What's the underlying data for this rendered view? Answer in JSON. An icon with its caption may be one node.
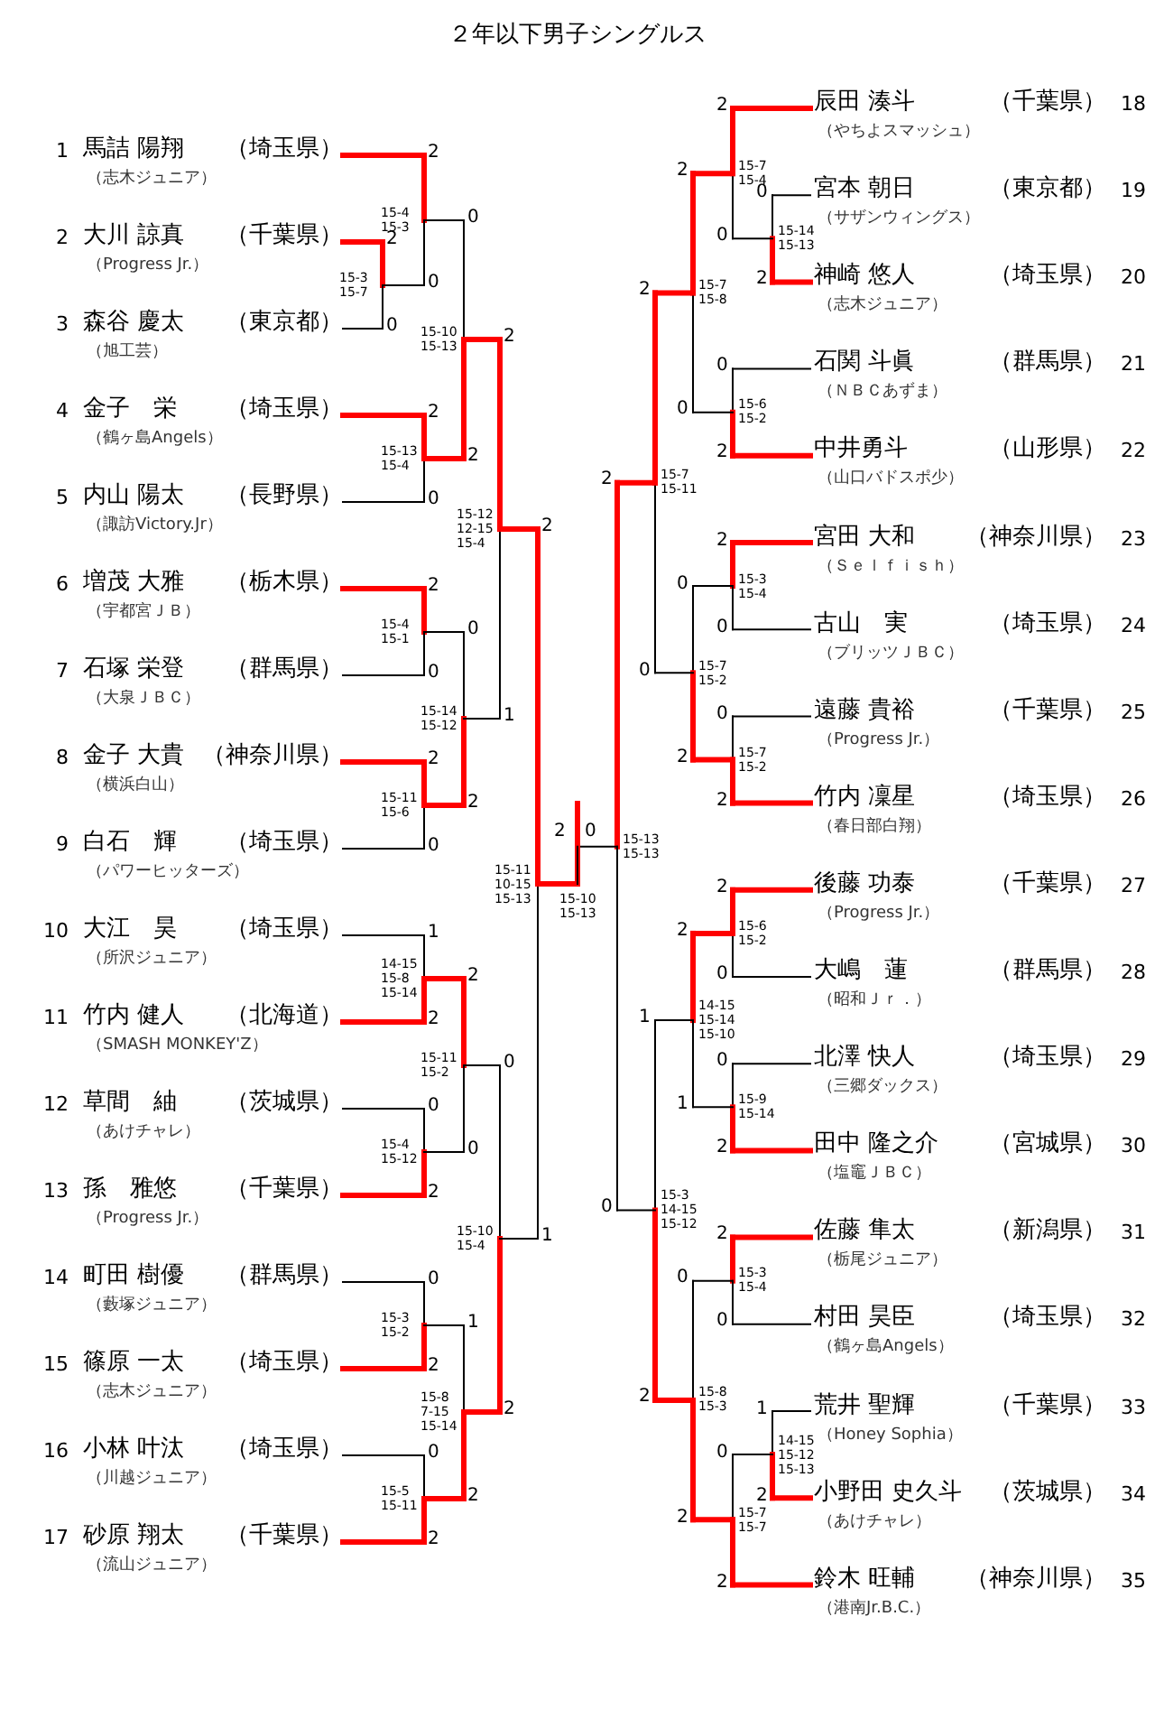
{
  "diagram": {
    "title": "２年以下男子シングルス",
    "nodes": [
      {
        "text": [
          "馬詰 陽翔",
          "（埼玉県）",
          "（志木ジュニア）"
        ],
        "beside": [
          "1"
        ]
      },
      {
        "text": [
          "大川 諒真",
          "（千葉県）",
          "（Progress Jr.）"
        ],
        "beside": [
          "2"
        ]
      },
      {
        "text": [
          "森谷 慶太",
          "（東京都）",
          "（旭工芸）"
        ],
        "beside": [
          "3"
        ]
      },
      {
        "text": [
          "金子　栄",
          "（埼玉県）",
          "（鶴ヶ島Angels）"
        ],
        "beside": [
          "4"
        ]
      },
      {
        "text": [
          "内山 陽太",
          "（長野県）",
          "（諏訪Victory.Jr）"
        ],
        "beside": [
          "5"
        ]
      },
      {
        "text": [
          "増茂 大雅",
          "（栃木県）",
          "（宇都宮ＪＢ）"
        ],
        "beside": [
          "6"
        ]
      },
      {
        "text": [
          "石塚 栄登",
          "（群馬県）",
          "（大泉ＪＢＣ）"
        ],
        "beside": [
          "7"
        ]
      },
      {
        "text": [
          "金子 大貴",
          "（神奈川県）",
          "（横浜白山）"
        ],
        "beside": [
          "8"
        ]
      },
      {
        "text": [
          "白石　輝",
          "（埼玉県）",
          "（パワーヒッターズ）"
        ],
        "beside": [
          "9"
        ]
      },
      {
        "text": [
          "大江　昊",
          "（埼玉県）",
          "（所沢ジュニア）"
        ],
        "beside": [
          "10"
        ]
      },
      {
        "text": [
          "竹内 健人",
          "（北海道）",
          "（SMASH MONKEY'Z）"
        ],
        "beside": [
          "11"
        ]
      },
      {
        "text": [
          "草間　紬",
          "（茨城県）",
          "（あけチャレ）"
        ],
        "beside": [
          "12"
        ]
      },
      {
        "text": [
          "孫　雅悠",
          "（千葉県）",
          "（Progress Jr.）"
        ],
        "beside": [
          "13"
        ]
      },
      {
        "text": [
          "町田 樹優",
          "（群馬県）",
          "（藪塚ジュニア）"
        ],
        "beside": [
          "14"
        ]
      },
      {
        "text": [
          "篠原 一太",
          "（埼玉県）",
          "（志木ジュニア）"
        ],
        "beside": [
          "15"
        ]
      },
      {
        "text": [
          "小林 叶汰",
          "（埼玉県）",
          "（川越ジュニア）"
        ],
        "beside": [
          "16"
        ]
      },
      {
        "text": [
          "砂原 翔太",
          "（千葉県）",
          "（流山ジュニア）"
        ],
        "beside": [
          "17"
        ]
      },
      {
        "text": [
          "辰田 湊斗",
          "（千葉県）",
          "（やちよスマッシュ）"
        ],
        "beside": [
          "18"
        ]
      },
      {
        "text": [
          "宮本 朝日",
          "（東京都）",
          "（サザンウィングス）"
        ],
        "beside": [
          "19"
        ]
      },
      {
        "text": [
          "神崎 悠人",
          "（埼玉県）",
          "（志木ジュニア）"
        ],
        "beside": [
          "20"
        ]
      },
      {
        "text": [
          "石関 斗眞",
          "（群馬県）",
          "（ＮＢＣあずま）"
        ],
        "beside": [
          "21"
        ]
      },
      {
        "text": [
          "中井勇斗",
          "（山形県）",
          "（山口バドスポ少）"
        ],
        "beside": [
          "22"
        ]
      },
      {
        "text": [
          "宮田 大和",
          "（神奈川県）",
          "（Ｓｅｌｆｉｓｈ）"
        ],
        "beside": [
          "23"
        ]
      },
      {
        "text": [
          "古山　実",
          "（埼玉県）",
          "（ブリッツＪＢＣ）"
        ],
        "beside": [
          "24"
        ]
      },
      {
        "text": [
          "遠藤 貴裕",
          "（千葉県）",
          "（Progress Jr.）"
        ],
        "beside": [
          "25"
        ]
      },
      {
        "text": [
          "竹内 凜星",
          "（埼玉県）",
          "（春日部白翔）"
        ],
        "beside": [
          "26"
        ]
      },
      {
        "text": [
          "後藤 功泰",
          "（千葉県）",
          "（Progress Jr.）"
        ],
        "beside": [
          "27"
        ]
      },
      {
        "text": [
          "大嶋　蓮",
          "（群馬県）",
          "（昭和Ｊｒ．）"
        ],
        "beside": [
          "28"
        ]
      },
      {
        "text": [
          "北澤 快人",
          "（埼玉県）",
          "（三郷ダックス）"
        ],
        "beside": [
          "29"
        ]
      },
      {
        "text": [
          "田中 隆之介",
          "（宮城県）",
          "（塩竈ＪＢＣ）"
        ],
        "beside": [
          "30"
        ]
      },
      {
        "text": [
          "佐藤 隼太",
          "（新潟県）",
          "（栃尾ジュニア）"
        ],
        "beside": [
          "31"
        ]
      },
      {
        "text": [
          "村田 昊臣",
          "（埼玉県）",
          "（鶴ヶ島Angels）"
        ],
        "beside": [
          "32"
        ]
      },
      {
        "text": [
          "荒井 聖輝",
          "（千葉県）",
          "（Honey Sophia）"
        ],
        "beside": [
          "33"
        ]
      },
      {
        "text": [
          "小野田 史久斗",
          "（茨城県）",
          "（あけチャレ）"
        ],
        "beside": [
          "34"
        ]
      },
      {
        "text": [
          "鈴木 旺輔",
          "（神奈川県）",
          "（港南Jr.B.C.）"
        ],
        "beside": [
          "35"
        ]
      }
    ],
    "labels": [
      "2",
      "0",
      "15-3 15-7",
      "2",
      "0",
      "15-4 15-3",
      "2",
      "0",
      "15-13 15-4",
      "0",
      "2",
      "15-10 15-13",
      "2",
      "0",
      "15-4 15-1",
      "2",
      "0",
      "15-11 15-6",
      "0",
      "2",
      "15-14 15-12",
      "2",
      "1",
      "15-12 12-15 15-4",
      "1",
      "2",
      "14-15 15-8 15-14",
      "0",
      "2",
      "15-4 15-12",
      "2",
      "0",
      "15-11 15-2",
      "0",
      "2",
      "15-3 15-2",
      "0",
      "2",
      "15-5 15-11",
      "1",
      "2",
      "15-8 7-15 15-14",
      "0",
      "2",
      "15-10 15-4",
      "2",
      "1",
      "15-11 10-15 15-13",
      "0",
      "2",
      "15-14 15-13",
      "2",
      "0",
      "15-7 15-4",
      "0",
      "2",
      "15-6 15-2",
      "2",
      "0",
      "15-7 15-8",
      "2",
      "0",
      "15-3 15-4",
      "0",
      "2",
      "15-7 15-2",
      "0",
      "2",
      "15-7 15-2",
      "2",
      "0",
      "15-7 15-11",
      "2",
      "0",
      "15-6 15-2",
      "0",
      "2",
      "15-9 15-14",
      "2",
      "1",
      "14-15 15-14 15-10",
      "2",
      "0",
      "15-3 15-4",
      "1",
      "2",
      "14-15 15-12 15-13",
      "0",
      "2",
      "15-7 15-7",
      "0",
      "2",
      "15-8 15-3",
      "1",
      "2",
      "15-3 14-15 15-12",
      "2",
      "0",
      "15-13 15-13",
      "2",
      "0",
      "15-10 15-13"
    ]
  }
}
